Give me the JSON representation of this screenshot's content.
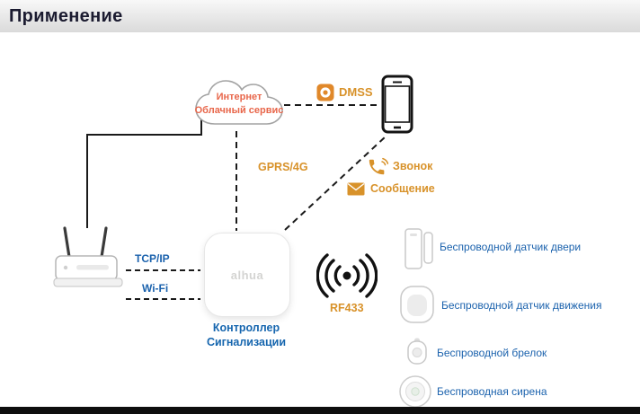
{
  "header": {
    "title": "Применение"
  },
  "colors": {
    "accent_orange": "#D8922A",
    "cloud_red": "#E8664A",
    "label_blue": "#1B62AD"
  },
  "diagram": {
    "cloud": {
      "line1": "Интернет",
      "line2": "Облачный сервис"
    },
    "dmss_label": "DMSS",
    "gprs_label": "GPRS/4G",
    "call_label": "Звонок",
    "message_label": "Сообщение",
    "tcpip_label": "TCP/IP",
    "wifi_label": "Wi-Fi",
    "rf433_label": "RF433",
    "controller": {
      "logo": "alhua",
      "label1": "Контроллер",
      "label2": "Сигнализации"
    },
    "devices": [
      {
        "label": "Беспроводной датчик двери"
      },
      {
        "label": "Беспроводной датчик движения"
      },
      {
        "label": "Беспроводной брелок"
      },
      {
        "label": "Беспроводная сирена"
      }
    ]
  }
}
